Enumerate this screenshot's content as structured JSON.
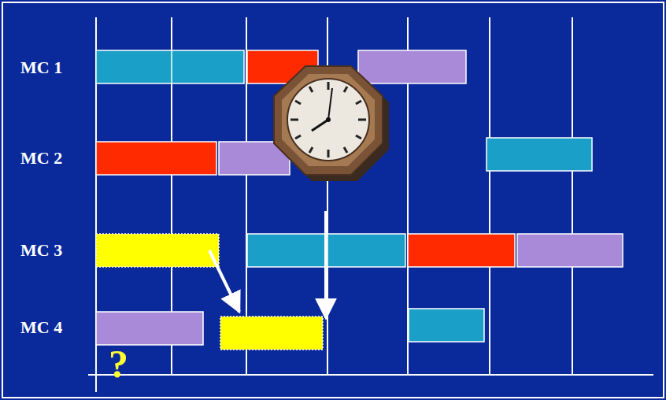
{
  "diagram": {
    "labels": [
      "MC 1",
      "MC 2",
      "MC 3",
      "MC 4",
      "?"
    ]
  }
}
